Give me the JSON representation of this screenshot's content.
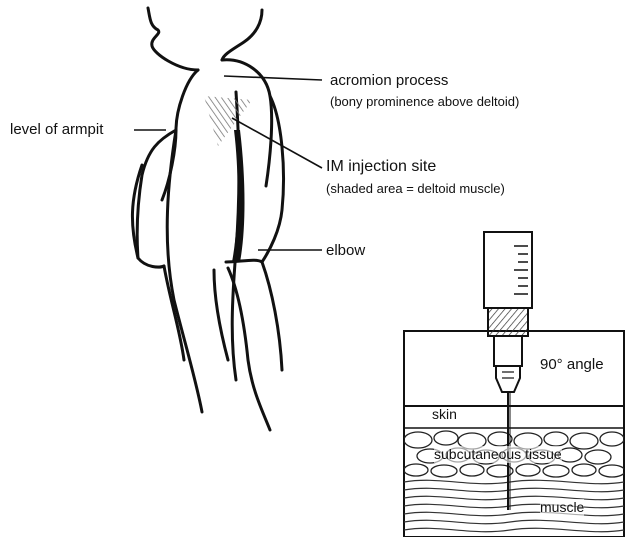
{
  "labels": {
    "acromion_title": "acromion process",
    "acromion_note": "(bony prominence above deltoid)",
    "armpit": "level of armpit",
    "injection_title": "IM injection site",
    "injection_note": "(shaded area = deltoid muscle)",
    "elbow": "elbow",
    "angle": "90° angle",
    "skin": "skin",
    "subcutaneous": "subcutaneous tissue",
    "muscle": "muscle"
  }
}
